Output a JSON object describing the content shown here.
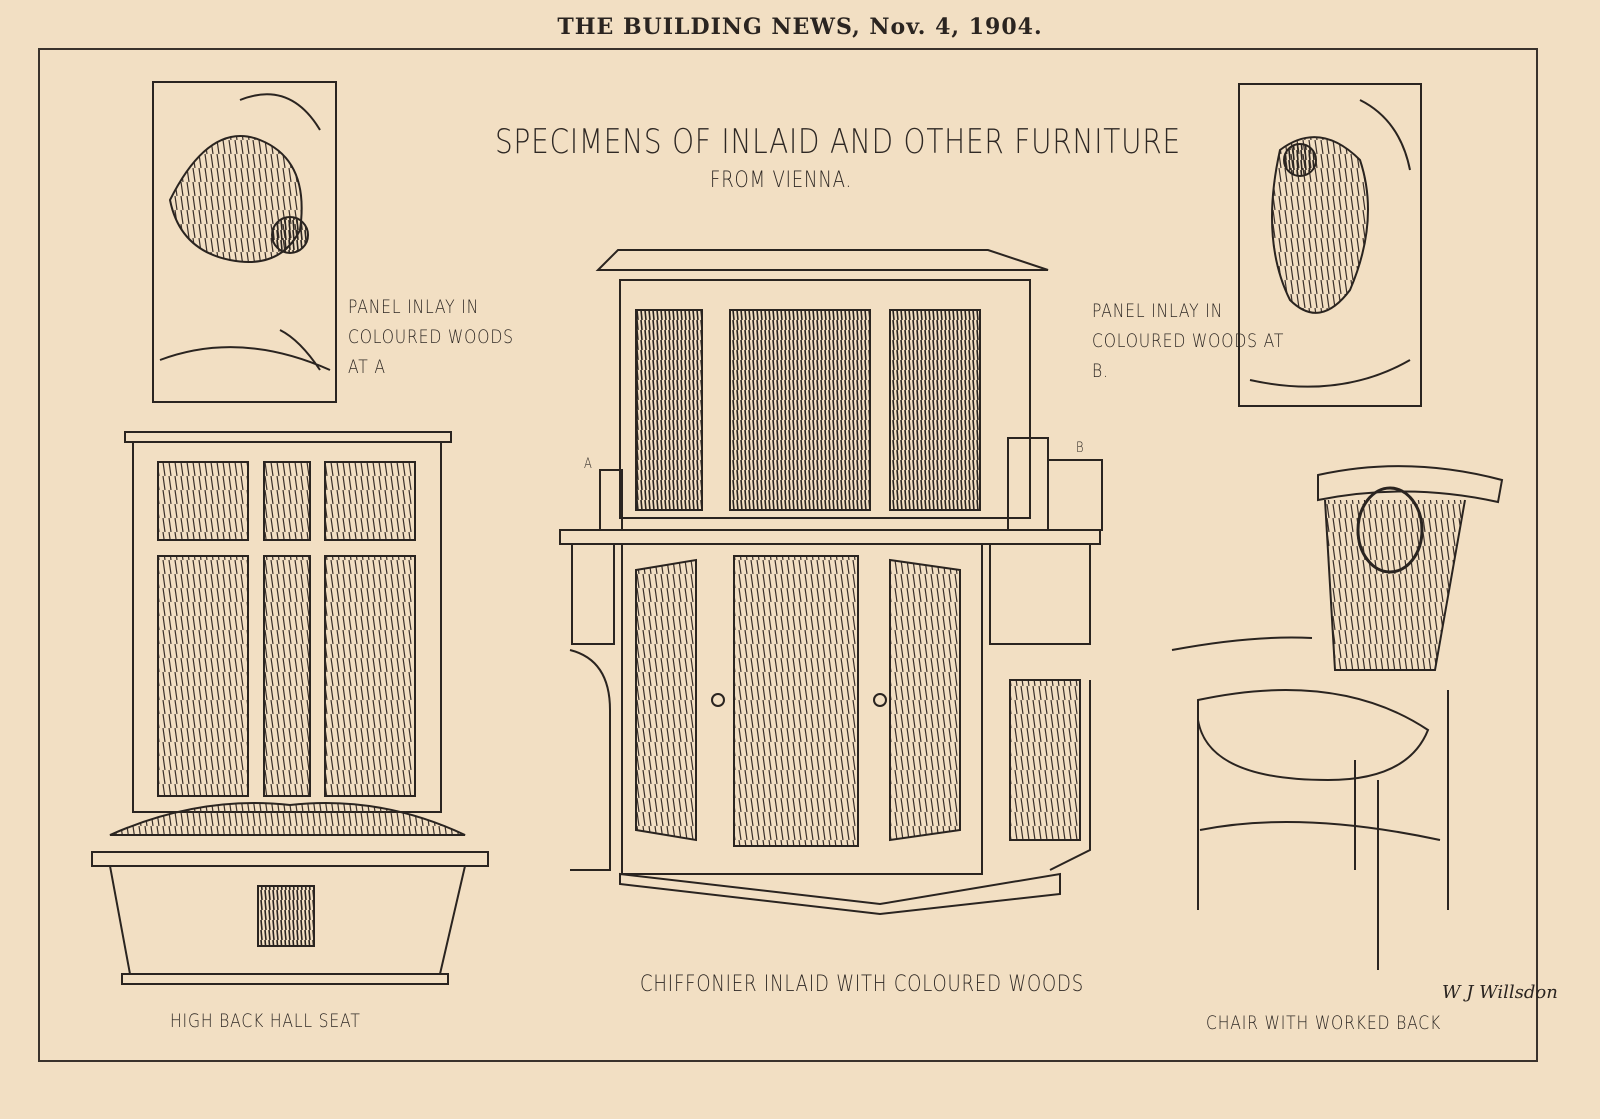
{
  "header": {
    "text": "THE BUILDING NEWS, Nov. 4, 1904."
  },
  "title": {
    "line1": "SPECIMENS OF INLAID AND OTHER FURNITURE",
    "line2": "FROM VIENNA."
  },
  "captions": {
    "panel_a": [
      "PANEL INLAY IN",
      "COLOURED WOODS",
      "AT A"
    ],
    "panel_b": [
      "PANEL INLAY IN",
      "COLOURED WOODS AT",
      "B."
    ],
    "hall_seat": "HIGH BACK HALL SEAT",
    "chiffonier": "CHIFFONIER INLAID WITH COLOURED WOODS",
    "chair": "CHAIR WITH WORKED BACK"
  },
  "markers": {
    "a": "A",
    "b": "B"
  },
  "signature": "W J Willsdon",
  "colors": {
    "paper": "#f2dfc3",
    "ink": "#2a2420"
  }
}
